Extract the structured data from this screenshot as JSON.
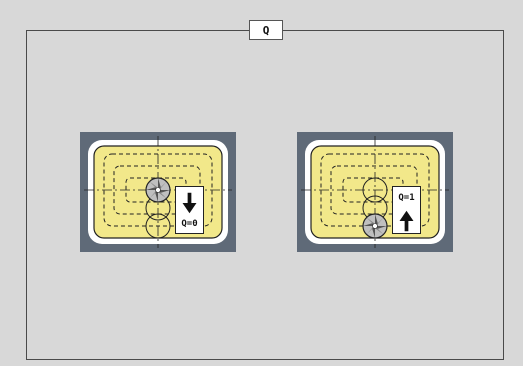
{
  "title": "Q",
  "examples": [
    {
      "label": "Q=0",
      "direction": "down"
    },
    {
      "label": "Q=1",
      "direction": "up"
    }
  ],
  "colors": {
    "background": "#d8d8d8",
    "panel_outer": "#5f6a78",
    "panel_white": "#ffffff",
    "pocket_fill": "#f2e88a",
    "line": "#222222"
  },
  "icons": [
    "down-arrow-icon",
    "up-arrow-icon",
    "milling-cutter-icon"
  ]
}
